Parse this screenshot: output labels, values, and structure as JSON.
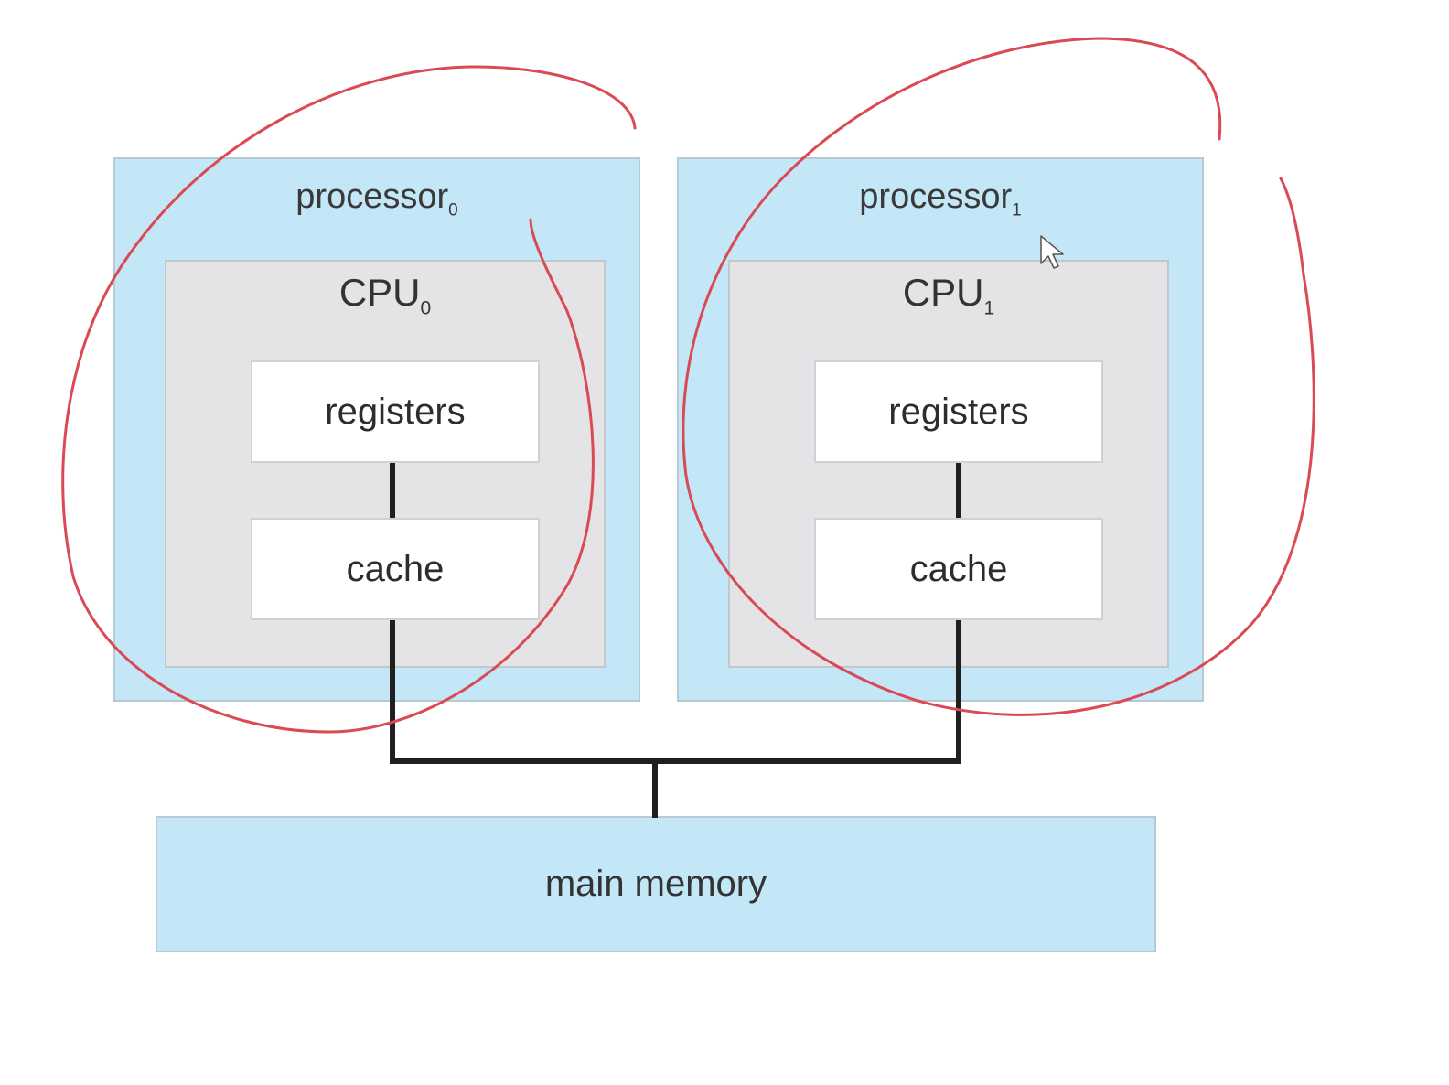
{
  "processors": [
    {
      "label": "processor",
      "index": "0",
      "cpu_label": "CPU",
      "cpu_index": "0",
      "registers": "registers",
      "cache": "cache"
    },
    {
      "label": "processor",
      "index": "1",
      "cpu_label": "CPU",
      "cpu_index": "1",
      "registers": "registers",
      "cache": "cache"
    }
  ],
  "memory": {
    "label": "main memory"
  },
  "colors": {
    "processor_fill": "#c3e7f7",
    "cpu_fill": "#e4e4e6",
    "unit_fill": "#ffffff",
    "connector": "#1f1f1f",
    "annotation": "#d94a55"
  },
  "icons": [
    "mouse-cursor-icon"
  ]
}
